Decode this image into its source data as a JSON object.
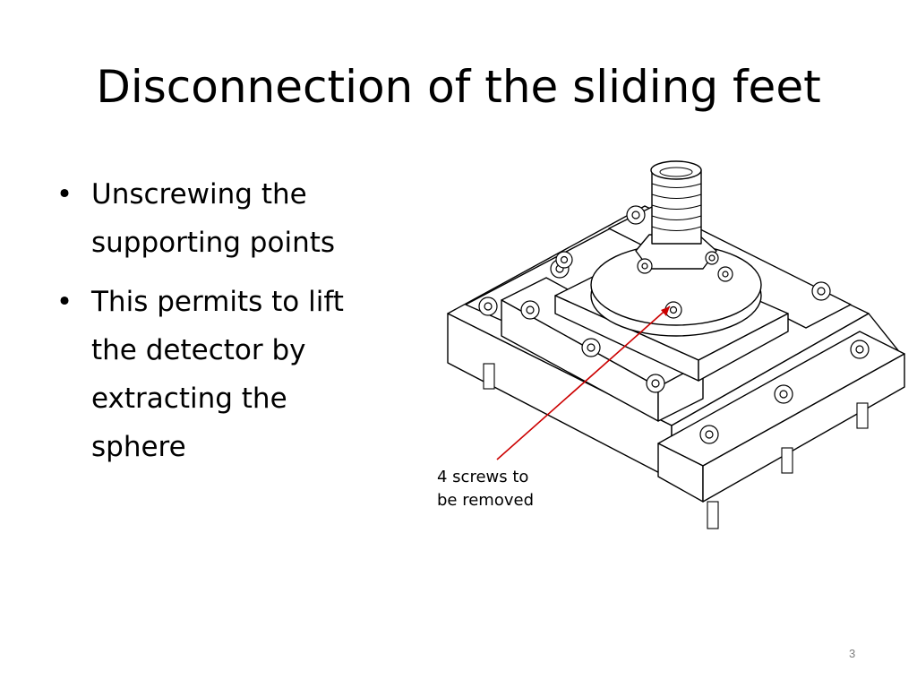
{
  "slide": {
    "title": "Disconnection of the sliding feet",
    "bullets": [
      {
        "symbol": "•",
        "text": "Unscrewing the supporting points"
      },
      {
        "symbol": "•",
        "text": "This permits to lift the detector by extracting the sphere"
      }
    ],
    "callout": "4 screws  to\nbe removed",
    "callout_arrow_color": "#cc0000",
    "page_number": "3"
  }
}
